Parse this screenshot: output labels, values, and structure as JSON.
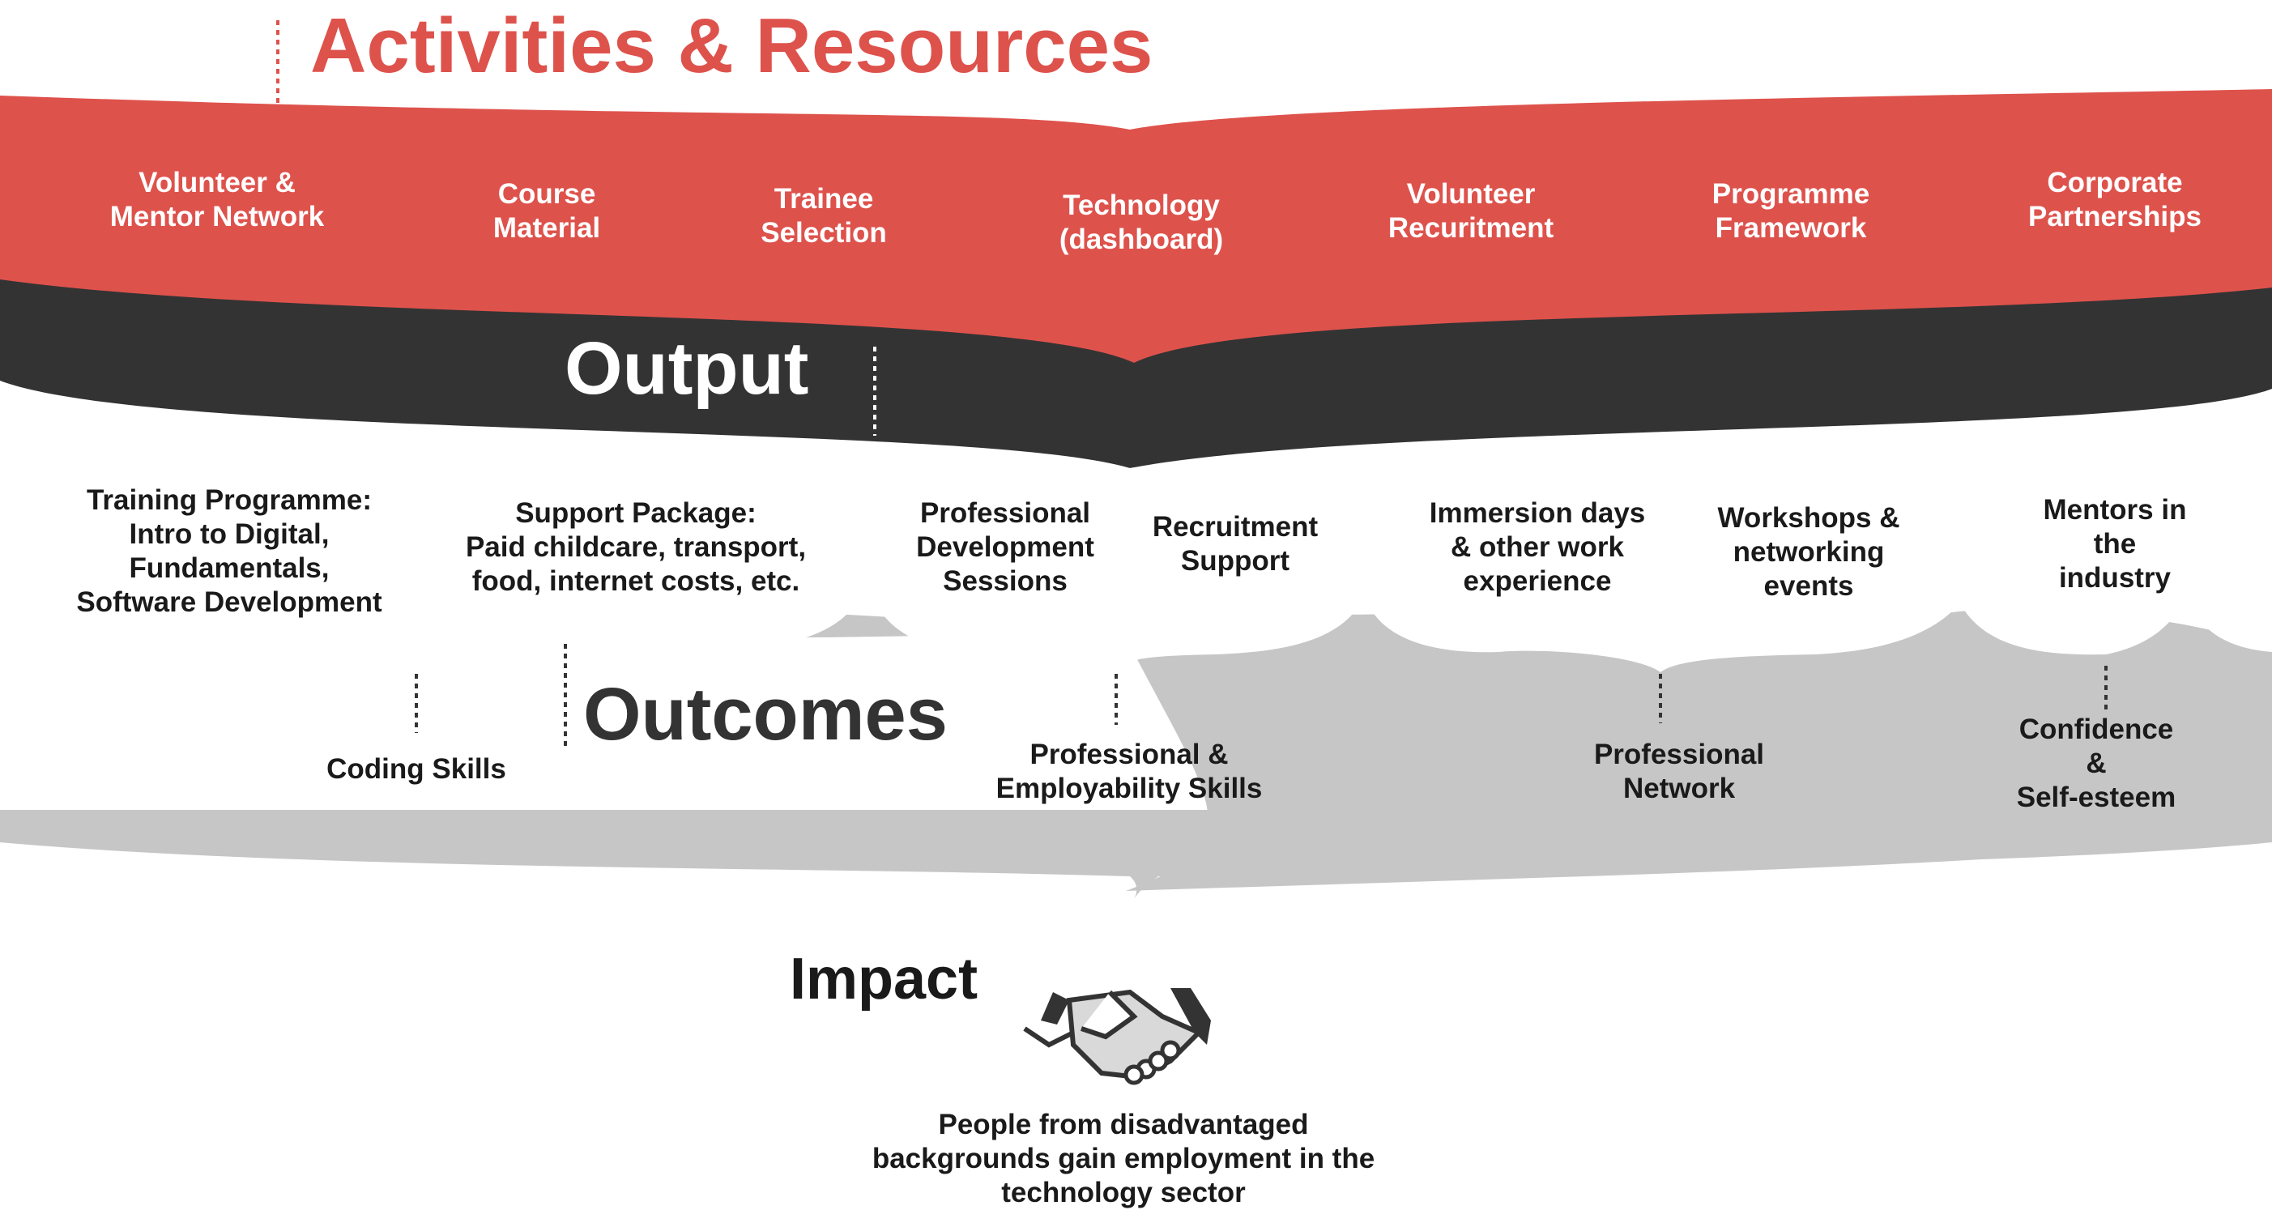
{
  "headings": {
    "activities": "Activities & Resources",
    "output": "Output",
    "outcomes": "Outcomes",
    "impact": "Impact"
  },
  "activities": [
    "Volunteer &\nMentor Network",
    "Course\nMaterial",
    "Trainee\nSelection",
    "Technology\n(dashboard)",
    "Volunteer\nRecuritment",
    "Programme\nFramework",
    "Corporate\nPartnerships"
  ],
  "outputs": [
    "Training Programme:\nIntro to Digital,\nFundamentals,\nSoftware Development",
    "Support Package:\nPaid childcare, transport,\nfood, internet costs, etc.",
    "Professional\nDevelopment\nSessions",
    "Recruitment\nSupport",
    "Immersion days\n& other work\nexperience",
    "Workshops &\nnetworking\nevents",
    "Mentors in\nthe industry"
  ],
  "outcomes": [
    "Coding Skills",
    "Professional &\nEmployability Skills",
    "Professional\nNetwork",
    "Confidence &\nSelf-esteem"
  ],
  "impact": {
    "text": "People from disadvantaged\nbackgrounds gain employment in the\ntechnology sector",
    "icon": "handshake-icon"
  },
  "colors": {
    "activities": "#de524c",
    "output": "#333333",
    "outcomes": "#c6c6c6",
    "heading_red": "#de524c",
    "heading_dark": "#333333",
    "heading_white": "#ffffff",
    "heading_black": "#1a1a1a"
  }
}
